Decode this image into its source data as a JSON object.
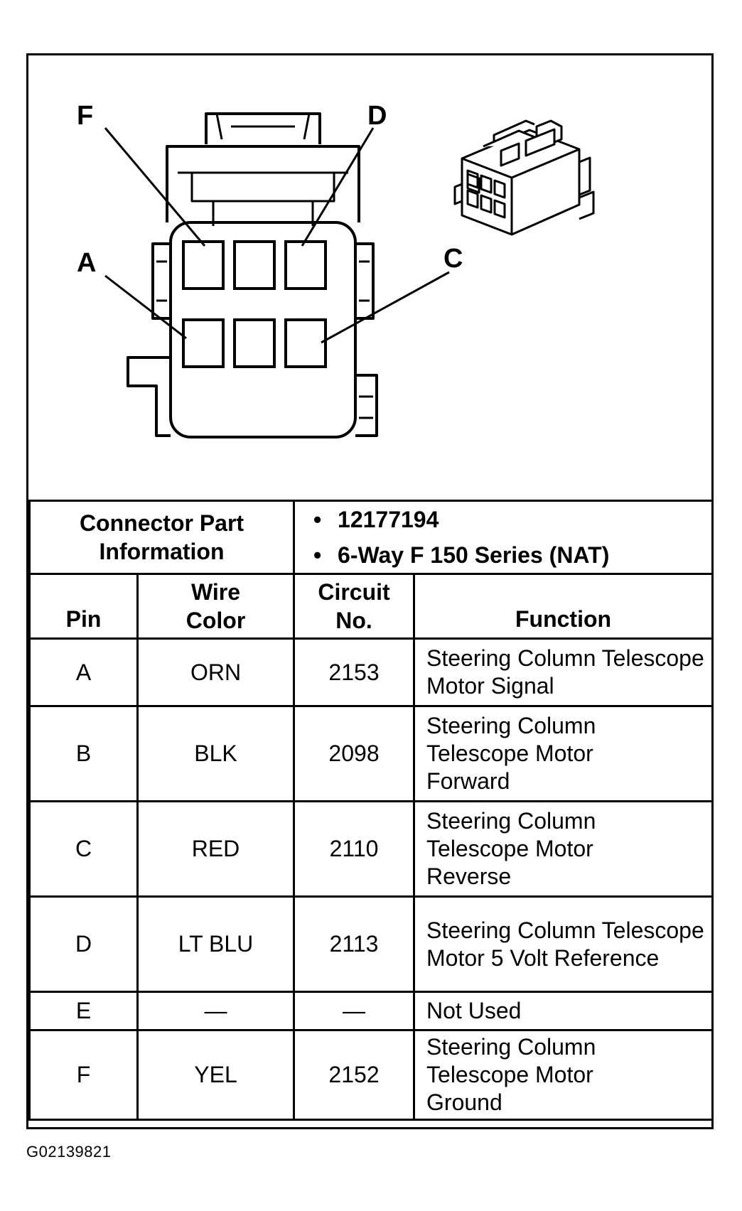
{
  "labels": {
    "f": "F",
    "d": "D",
    "a": "A",
    "c": "C"
  },
  "connector": {
    "header": "Connector Part Information",
    "part_numbers": [
      "12177194",
      "6-Way F 150 Series (NAT)"
    ]
  },
  "columns": {
    "pin": "Pin",
    "wire_color": "Wire Color",
    "circuit": "Circuit No.",
    "function": "Function"
  },
  "rows": [
    {
      "pin": "A",
      "color": "ORN",
      "circuit": "2153",
      "function": "Steering Column Telescope Motor Signal"
    },
    {
      "pin": "B",
      "color": "BLK",
      "circuit": "2098",
      "function": "Steering Column Telescope Motor Forward"
    },
    {
      "pin": "C",
      "color": "RED",
      "circuit": "2110",
      "function": "Steering Column Telescope Motor Reverse"
    },
    {
      "pin": "D",
      "color": "LT BLU",
      "circuit": "2113",
      "function": "Steering Column Telescope Motor 5 Volt Reference"
    },
    {
      "pin": "E",
      "color": "—",
      "circuit": "—",
      "function": "Not Used"
    },
    {
      "pin": "F",
      "color": "YEL",
      "circuit": "2152",
      "function": "Steering Column Telescope Motor Ground"
    }
  ],
  "figure_id": "G02139821"
}
